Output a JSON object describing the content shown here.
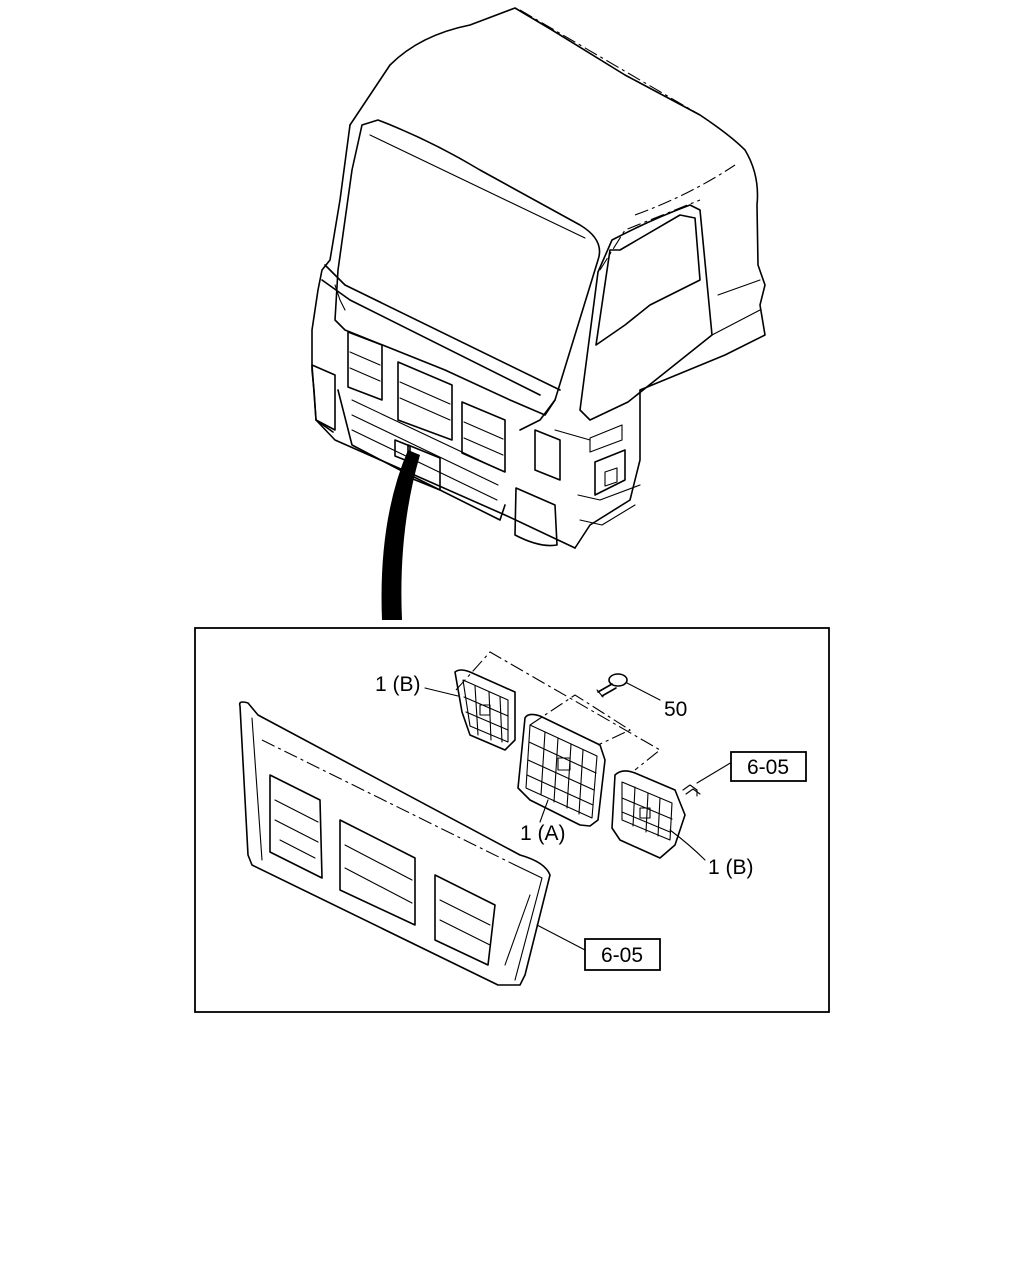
{
  "labels": {
    "grille_left": "1 (B)",
    "grille_center": "1 (A)",
    "grille_right": "1 (B)",
    "bolt": "50",
    "ref_clip": "6-05",
    "ref_panel": "6-05"
  }
}
